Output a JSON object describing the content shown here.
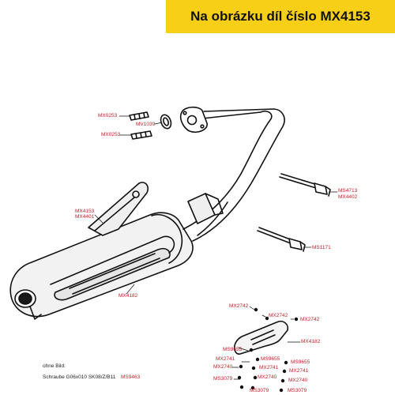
{
  "banner": {
    "text": "Na obrázku díl číslo MX4153"
  },
  "colors": {
    "banner_bg": "#f7cf16",
    "label": "#c8202a",
    "line": "#111111"
  },
  "labels": {
    "mx0253_a": "MX0253",
    "mv1039": "MV1039",
    "mx0253_b": "MX0253",
    "ms4713": "MS4713",
    "mx4402": "MX4402",
    "mx4153": "MX4153",
    "mx4401": "MX4401",
    "ms1171": "MS1171",
    "mx4182_muffler": "MX4182",
    "mx2742_a": "MX2742",
    "mx2742_b": "MX2742",
    "mx2742_c": "MX2742",
    "mx4182_plate": "MX4182",
    "ms9655_a": "MS9655",
    "ms9655_b": "MS9655",
    "ms9655_c": "MS9655",
    "mx2741_a": "MX2741",
    "mx2741_b": "MX2741",
    "mx2741_c": "MX2741",
    "mx2740_a": "MX2740",
    "mx2740_b": "MX2740",
    "mx2740_c": "MX2740",
    "ms3079_a": "MS3079",
    "ms3079_b": "MS3079",
    "ms3079_c": "MS3079",
    "ms9463": "MS9463"
  },
  "notes": {
    "ohne_bild": "ohne Bild:",
    "schraube": "Schraube G06x010 SK08/Z/B11"
  }
}
